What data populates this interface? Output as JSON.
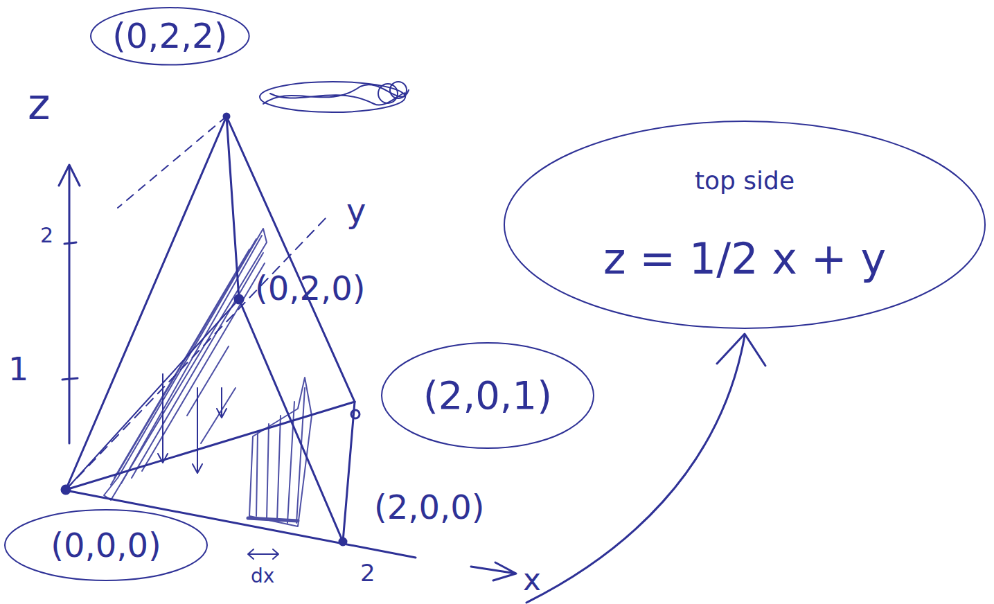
{
  "diagram": {
    "nodes": [
      {
        "text": [
          "(0,2,2)"
        ]
      },
      {
        "text": [
          "top side",
          "z = 1/2 x + y"
        ]
      },
      {
        "text": [
          "(2,0,1)"
        ]
      },
      {
        "text": [
          "(0,0,0)"
        ]
      }
    ],
    "labels": [
      "z",
      "2",
      "1",
      "y",
      "(0,2,0)",
      "(2,0,0)",
      "dx",
      "2",
      "x"
    ]
  }
}
